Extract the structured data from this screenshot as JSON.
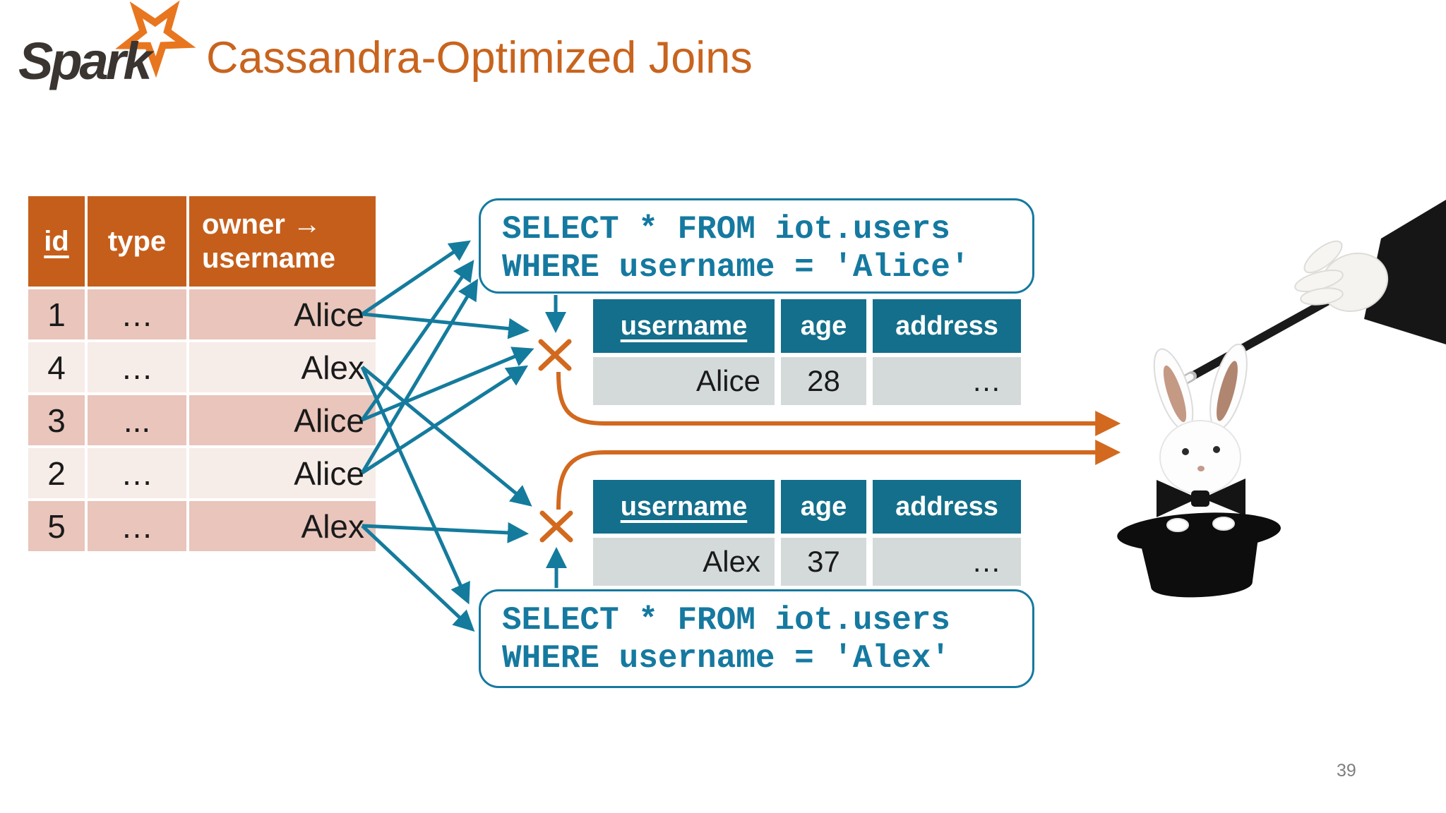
{
  "slide": {
    "logo_text": "Spark",
    "title": "Cassandra-Optimized Joins",
    "page_number": "39"
  },
  "source_table": {
    "col_headers": {
      "id": "id",
      "type": "type",
      "owner_line1": "owner →",
      "owner_line2": "username"
    },
    "rows": [
      {
        "id": "1",
        "type": "…",
        "owner": "Alice"
      },
      {
        "id": "4",
        "type": "…",
        "owner": "Alex"
      },
      {
        "id": "3",
        "type": "...",
        "owner": "Alice"
      },
      {
        "id": "2",
        "type": "…",
        "owner": "Alice"
      },
      {
        "id": "5",
        "type": "…",
        "owner": "Alex"
      }
    ]
  },
  "query_boxes": [
    {
      "line1": "SELECT * FROM iot.users",
      "line2": "WHERE username = 'Alice'"
    },
    {
      "line1": "SELECT * FROM iot.users",
      "line2": "WHERE username = 'Alex'"
    }
  ],
  "result_tables": [
    {
      "col_headers": [
        "username",
        "age",
        "address"
      ],
      "row": [
        "Alice",
        "28",
        "…"
      ]
    },
    {
      "col_headers": [
        "username",
        "age",
        "address"
      ],
      "row": [
        "Alex",
        "37",
        "…"
      ]
    }
  ],
  "icons": {
    "cross_join": "cross-join-x",
    "magic_trick": "rabbit-in-hat-with-wand"
  },
  "colors": {
    "title_orange": "#c8641e",
    "table_header_orange": "#c55e1b",
    "row_pink_dark": "#e9c5bb",
    "row_pink_light": "#f6ece8",
    "teal": "#1579a0",
    "result_header_teal": "#136f8b",
    "result_row_gray": "#d4dada",
    "join_orange": "#d2691e"
  }
}
